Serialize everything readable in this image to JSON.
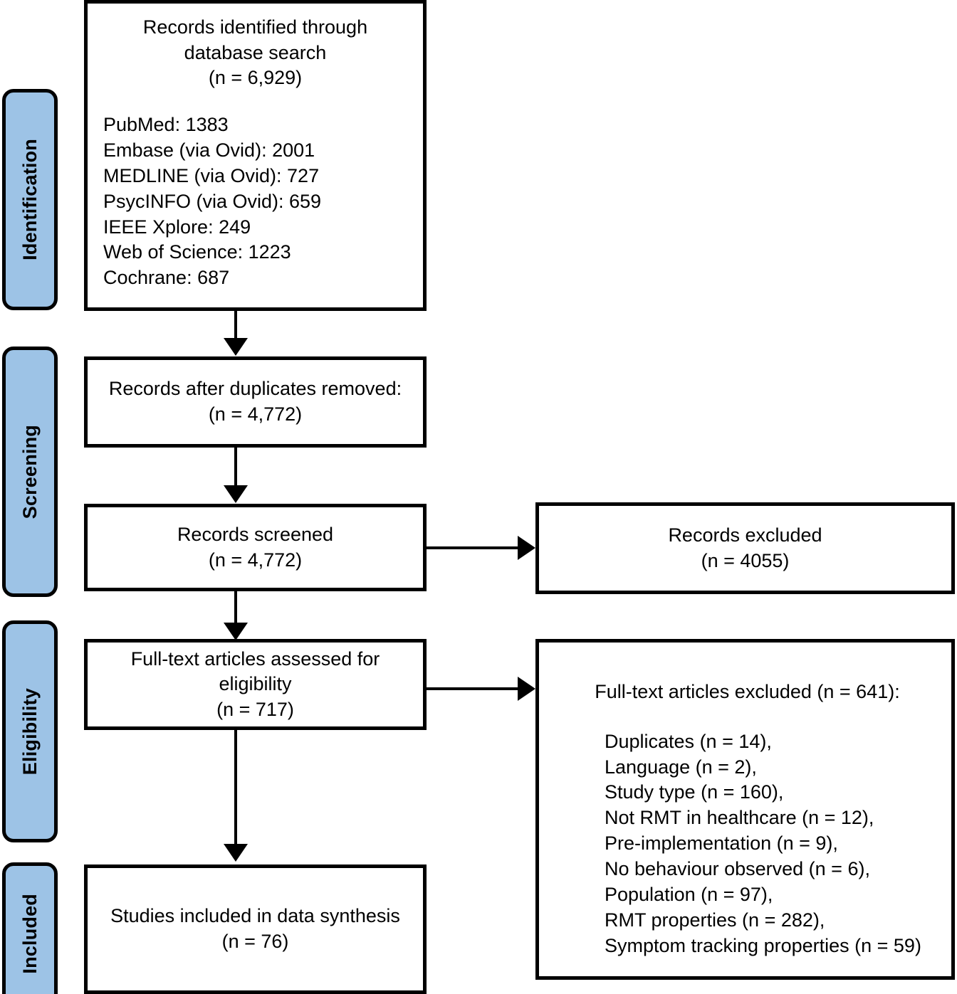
{
  "diagram": {
    "type": "prisma-flow-diagram",
    "stages": [
      {
        "id": "identification",
        "label": "Identification"
      },
      {
        "id": "screening",
        "label": "Screening"
      },
      {
        "id": "eligibility",
        "label": "Eligibility"
      },
      {
        "id": "included",
        "label": "Included"
      }
    ],
    "boxes": {
      "identified": {
        "title": "Records identified through\ndatabase search\n(n = 6,929)",
        "sources": "PubMed: 1383\nEmbase (via Ovid): 2001\nMEDLINE (via Ovid): 727\nPsycINFO (via Ovid): 659\nIEEE Xplore: 249\nWeb of Science: 1223\nCochrane: 687"
      },
      "duplicates_removed": {
        "title": "Records after duplicates removed:\n(n = 4,772)"
      },
      "records_screened": {
        "title": "Records screened\n(n = 4,772)"
      },
      "records_excluded": {
        "title": "Records excluded\n(n = 4055)"
      },
      "fulltext_assessed": {
        "title": "Full-text articles assessed for\neligibility\n(n = 717)"
      },
      "fulltext_excluded": {
        "title": "Full-text articles excluded (n = 641):",
        "reasons": "Duplicates (n = 14),\nLanguage (n = 2),\nStudy type (n = 160),\nNot RMT in healthcare (n = 12),\nPre-implementation (n = 9),\nNo behaviour observed (n = 6),\nPopulation (n = 97),\nRMT properties (n = 282),\nSymptom tracking properties (n = 59)"
      },
      "studies_included": {
        "title": "Studies included in data synthesis\n(n = 76)"
      }
    },
    "colors": {
      "stage_fill": "#9DC3E6",
      "stroke": "#000000",
      "box_fill": "#FFFFFF"
    },
    "counts": {
      "identified_total": 6929,
      "pubmed": 1383,
      "embase": 2001,
      "medline": 727,
      "psycinfo": 659,
      "ieee_xplore": 249,
      "web_of_science": 1223,
      "cochrane": 687,
      "after_duplicates": 4772,
      "screened": 4772,
      "records_excluded": 4055,
      "fulltext_assessed": 717,
      "fulltext_excluded": 641,
      "excluded_duplicates": 14,
      "excluded_language": 2,
      "excluded_study_type": 160,
      "excluded_not_rmt": 12,
      "excluded_pre_implementation": 9,
      "excluded_no_behaviour": 6,
      "excluded_population": 97,
      "excluded_rmt_properties": 282,
      "excluded_symptom_tracking": 59,
      "included_studies": 76
    }
  }
}
